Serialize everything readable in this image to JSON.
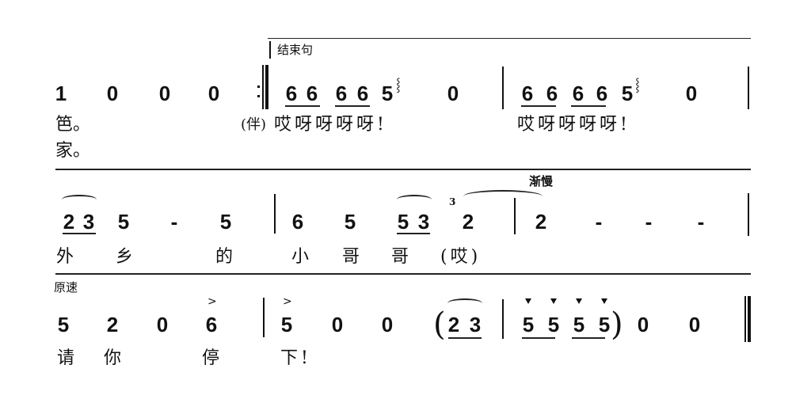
{
  "score": {
    "line1": {
      "section_label": "结束句",
      "notes": [
        "1",
        "0",
        "0",
        "0",
        "6",
        "6",
        "6",
        "6",
        "5",
        "0",
        "6",
        "6",
        "6",
        "6",
        "5",
        "0"
      ],
      "lyrics_row1": [
        "笆。",
        "(伴)",
        "哎呀呀呀呀!",
        "哎呀呀呀呀!"
      ],
      "lyrics_row2": [
        "家。"
      ]
    },
    "line2": {
      "tempo_mark": "渐慢",
      "grace_note": "3",
      "notes": [
        "2",
        "3",
        "5",
        "-",
        "5",
        "6",
        "5",
        "5",
        "3",
        "2",
        "2",
        "-",
        "-",
        "-"
      ],
      "lyrics": [
        "外",
        "乡",
        "的",
        "小",
        "哥",
        "哥",
        "(哎)"
      ]
    },
    "line3": {
      "tempo_mark": "原速",
      "accent_mark": ">",
      "notes": [
        "5",
        "2",
        "0",
        "6",
        "5",
        "0",
        "0",
        "(",
        "2",
        "3",
        "5",
        "5",
        "5",
        "5",
        ")",
        "0",
        "0"
      ],
      "lyrics": [
        "请",
        "你",
        "停",
        "下!"
      ]
    }
  }
}
